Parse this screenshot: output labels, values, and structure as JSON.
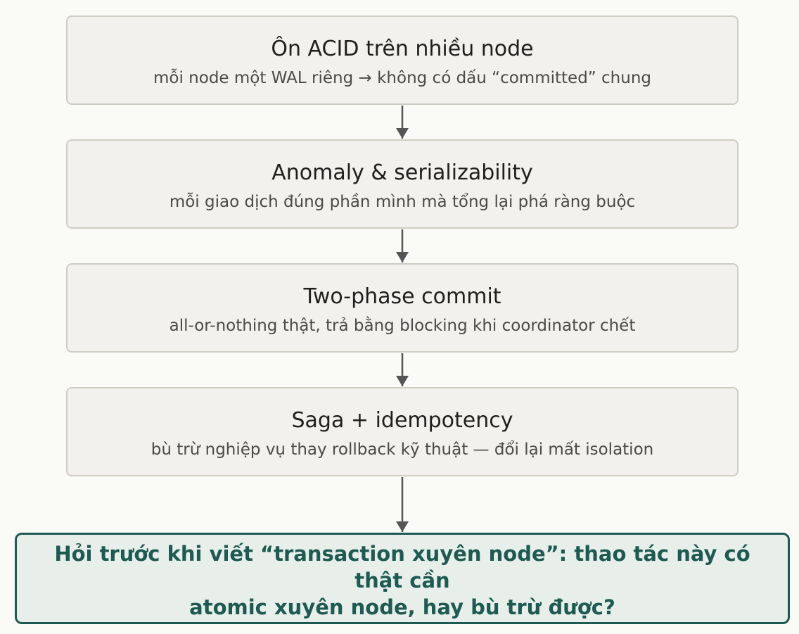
{
  "steps": [
    {
      "title": "Ôn ACID trên nhiều node",
      "subtitle": "mỗi node một WAL riêng → không có dấu “committed” chung"
    },
    {
      "title": "Anomaly & serializability",
      "subtitle": "mỗi giao dịch đúng phần mình mà tổng lại phá ràng buộc"
    },
    {
      "title": "Two-phase commit",
      "subtitle": "all-or-nothing thật, trả bằng blocking khi coordinator chết"
    },
    {
      "title": "Saga + idempotency",
      "subtitle": "bù trừ nghiệp vụ thay rollback kỹ thuật — đổi lại mất isolation"
    }
  ],
  "conclusion": {
    "line1": "Hỏi trước khi viết “transaction xuyên node”: thao tác này có thật cần",
    "line2": "atomic xuyên node, hay bù trừ được?"
  },
  "colors": {
    "box_fill": "#f2f1ed",
    "box_border": "#cfccc4",
    "arrow": "#555555",
    "accent": "#1e5a52",
    "accent_fill": "#e8efeb"
  }
}
